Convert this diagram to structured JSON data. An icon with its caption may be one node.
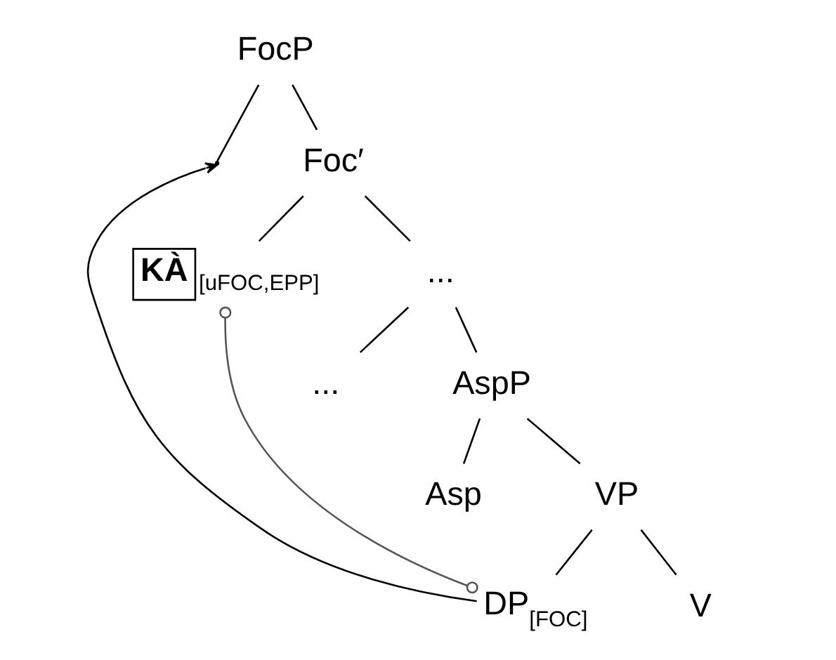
{
  "diagram": {
    "nodes": [
      {
        "text": [
          "FocP"
        ]
      },
      {
        "text": [],
        "shape": "point"
      },
      {
        "text": [
          "Foc′"
        ]
      },
      {
        "text": [
          "KÀ"
        ],
        "beside": [
          "[uFOC,EPP]"
        ]
      },
      {
        "text": [
          "..."
        ]
      },
      {
        "text": [
          "..."
        ]
      },
      {
        "text": [
          "AspP"
        ]
      },
      {
        "text": [
          "Asp"
        ]
      },
      {
        "text": [
          "VP"
        ]
      },
      {
        "text": [
          "V"
        ]
      },
      {
        "text": [
          "DP$_{[FOC]}$"
        ]
      }
    ],
    "edges": [
      {
        "from": 0,
        "to": 1,
        "arrow": "none"
      },
      {
        "from": 0,
        "to": 2,
        "arrow": "none"
      },
      {
        "from": 2,
        "to": 3,
        "arrow": "none"
      },
      {
        "from": 2,
        "to": 4,
        "arrow": "none"
      },
      {
        "from": 4,
        "to": 5,
        "arrow": "none"
      },
      {
        "from": 4,
        "to": 6,
        "arrow": "none"
      },
      {
        "from": 6,
        "to": 7,
        "arrow": "none"
      },
      {
        "from": 6,
        "to": 8,
        "arrow": "none"
      },
      {
        "from": 8,
        "to": 9,
        "arrow": "none"
      },
      {
        "from": 8,
        "to": 10,
        "arrow": "none"
      },
      {
        "from": 10,
        "to": 1,
        "arrow": "to"
      },
      {
        "from": 3,
        "to": 10,
        "arrow": "other",
        "color": "#555555"
      }
    ]
  }
}
